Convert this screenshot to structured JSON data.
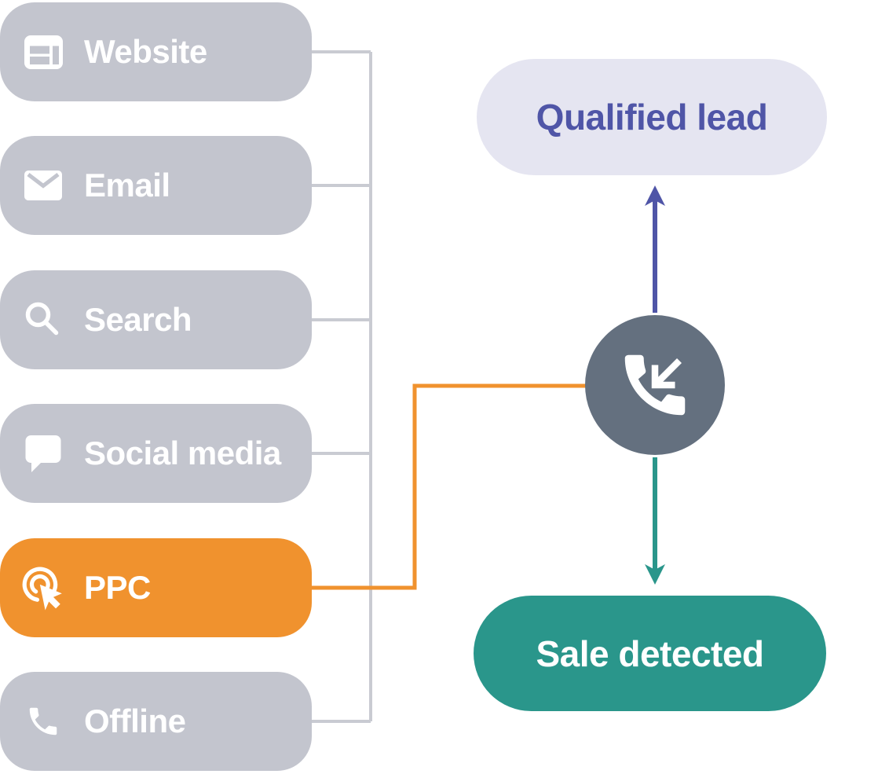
{
  "diagram": {
    "channels": [
      {
        "label": "Website",
        "icon": "browser-window-icon",
        "highlighted": false
      },
      {
        "label": "Email",
        "icon": "envelope-icon",
        "highlighted": false
      },
      {
        "label": "Search",
        "icon": "magnifier-icon",
        "highlighted": false
      },
      {
        "label": "Social media",
        "icon": "speech-bubble-icon",
        "highlighted": false
      },
      {
        "label": "PPC",
        "icon": "click-cursor-icon",
        "highlighted": true
      },
      {
        "label": "Offline",
        "icon": "phone-icon",
        "highlighted": false
      }
    ],
    "hub": {
      "icon": "incoming-call-icon"
    },
    "outcomes": [
      {
        "label": "Qualified lead",
        "style": "lead"
      },
      {
        "label": "Sale detected",
        "style": "sale"
      }
    ],
    "colors": {
      "channel_pill_bg": "#c3c5ce",
      "channel_text": "#ffffff",
      "highlight_orange": "#f0922e",
      "connector_gray": "#c9cbd2",
      "hub_circle_bg": "#64707f",
      "hub_icon": "#ffffff",
      "lead_pill_bg": "#e5e5f1",
      "lead_text": "#4f55a7",
      "lead_arrow": "#4f55a7",
      "sale_pill_bg": "#2a968b",
      "sale_text": "#ffffff",
      "sale_arrow": "#2a968b"
    }
  }
}
